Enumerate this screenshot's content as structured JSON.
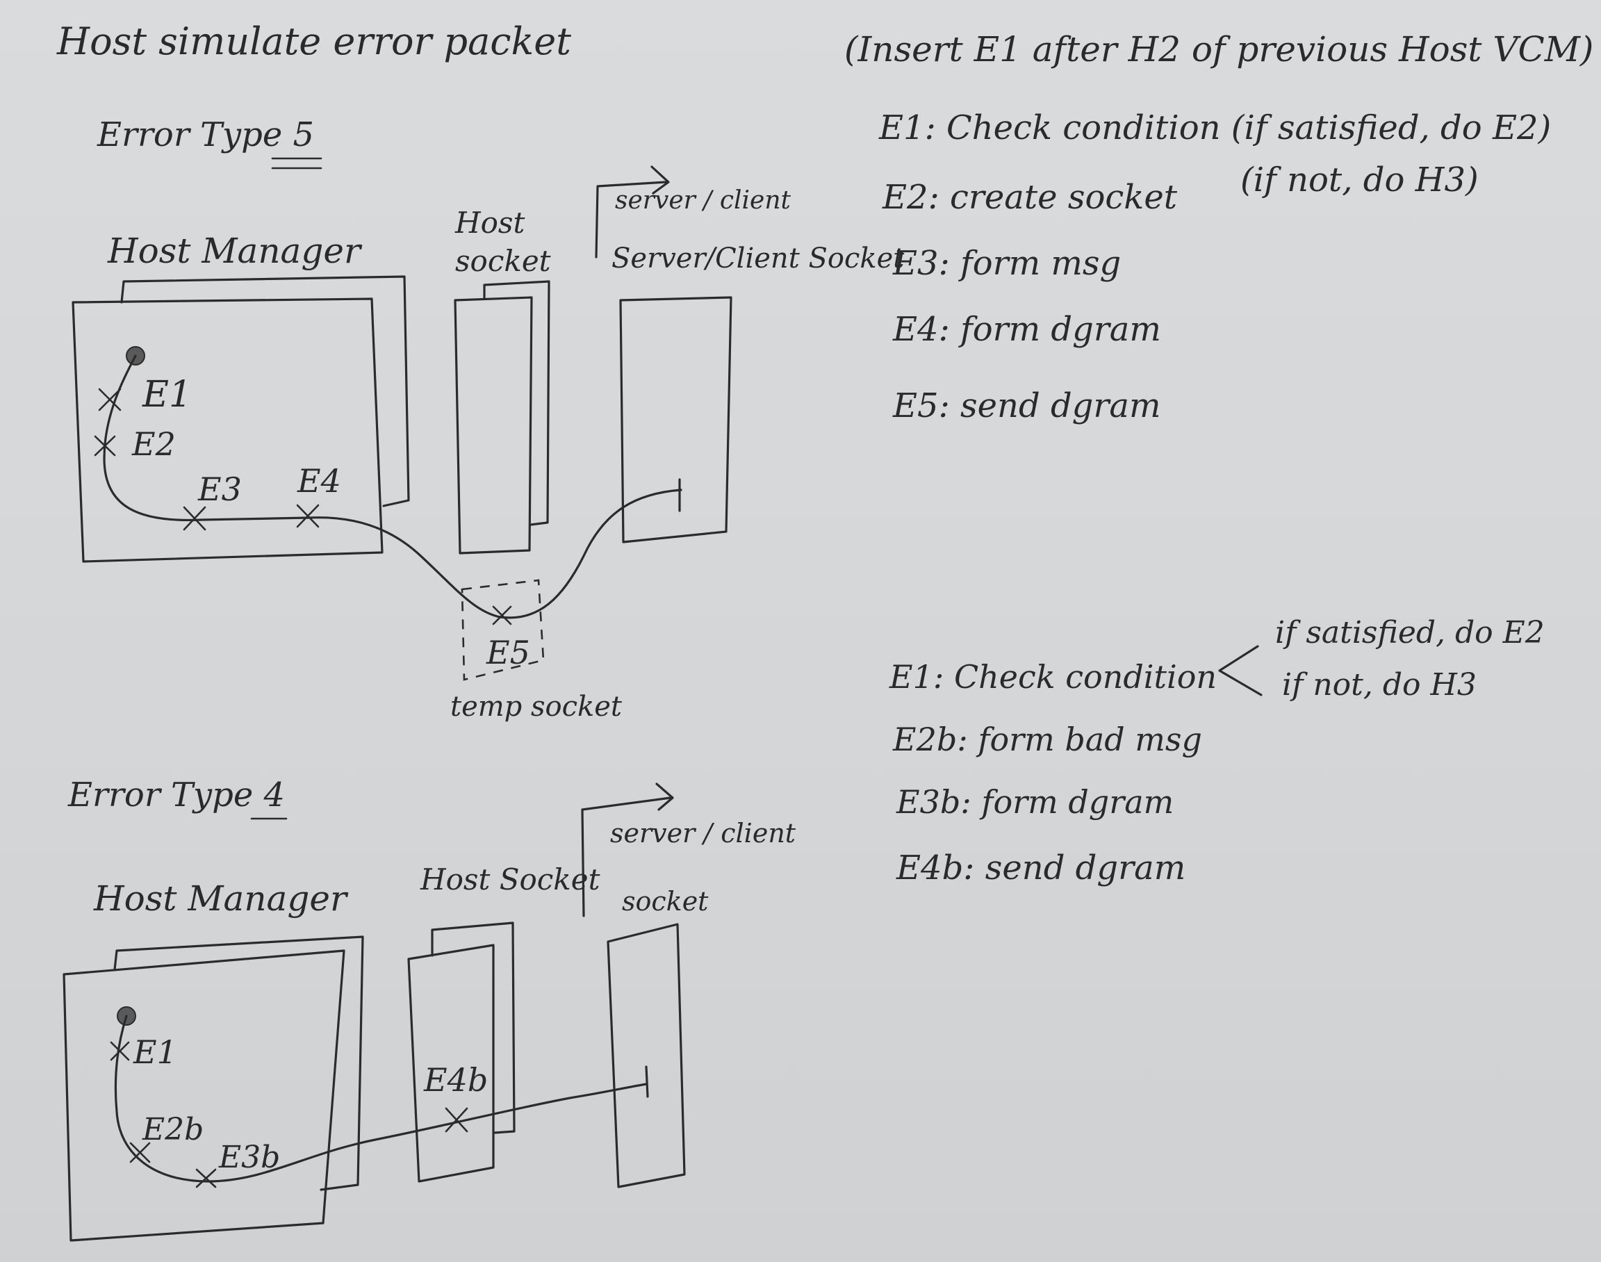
{
  "title": "Host simulate error packet",
  "insert_note": "(Insert E1 after H2 of previous Host VCM)",
  "type5": {
    "heading": "Error Type 5",
    "steps": [
      "E1: Check condition (if satisfied, do E2)",
      "(if not, do H3)",
      "E2: create socket",
      "E3: form msg",
      "E4: form dgram",
      "E5: send dgram"
    ],
    "labels": {
      "host_manager": "Host Manager",
      "host_socket_1": "Host",
      "host_socket_2": "socket",
      "server_client_arrow": "server / client",
      "server_client_socket": "Server/Client Socket",
      "temp_socket": "temp socket",
      "e1": "E1",
      "e2": "E2",
      "e3": "E3",
      "e4": "E4",
      "e5": "E5"
    }
  },
  "type4": {
    "heading": "Error Type 4",
    "steps": [
      "E1: Check condition",
      "if satisfied, do E2",
      "if not, do H3",
      "E2b: form bad msg",
      "E3b: form dgram",
      "E4b: send dgram"
    ],
    "labels": {
      "host_manager": "Host Manager",
      "host_socket": "Host Socket",
      "server_client_arrow": "server / client",
      "socket": "socket",
      "e1": "E1",
      "e2b": "E2b",
      "e3b": "E3b",
      "e4b": "E4b"
    }
  }
}
